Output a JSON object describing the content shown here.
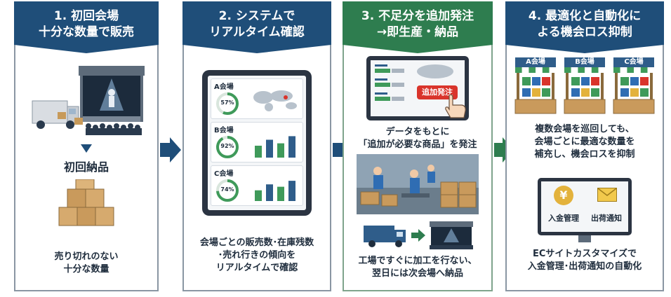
{
  "steps": [
    {
      "line1": "1. 初回会場",
      "line2": "十分な数量で販売"
    },
    {
      "line1": "2. システムで",
      "line2": "リアルタイム確認"
    },
    {
      "line1": "3. 不足分を追加発注",
      "line2": "→即生産・納品"
    },
    {
      "line1": "4. 最適化と自動化に",
      "line2": "よる機会ロス抑制"
    }
  ],
  "panel1": {
    "first_delivery": "初回納品",
    "caption_line1": "売り切れのない",
    "caption_line2": "十分な数量"
  },
  "panel2": {
    "venues": [
      {
        "name": "A会場",
        "pct": "57%"
      },
      {
        "name": "B会場",
        "pct": "92%"
      },
      {
        "name": "C会場",
        "pct": "74%"
      }
    ],
    "caption_line1": "会場ごとの販売数･在庫残数",
    "caption_line2": "･売れ行きの傾向を",
    "caption_line3": "リアルタイムで確認"
  },
  "panel3": {
    "order_button": "追加発注",
    "text_line1": "データをもとに",
    "text_line2": "「追加が必要な商品」を発注",
    "caption_line1": "工場ですぐに加工を行ない、",
    "caption_line2": "翌日には次会場へ納品"
  },
  "panel4": {
    "venues": [
      "A会場",
      "B会場",
      "C会場"
    ],
    "text_line1": "複数会場を巡回しても、",
    "text_line2": "会場ごとに最適な数量を",
    "text_line3": "補充し、機会ロスを抑制",
    "monitor_items": [
      "入金管理",
      "出荷通知"
    ],
    "caption_line1": "ECサイトカスタマイズで",
    "caption_line2": "入金管理･出荷通知の自動化"
  },
  "colors": {
    "header_navy": "#1f4e79",
    "header_green": "#2e7d4f",
    "arrow_navy": "#1f4e79",
    "arrow_green": "#2e7d4f",
    "ring_green": "#3f9a5a",
    "bar_blue": "#2f5d8a",
    "order_red": "#d9342b"
  }
}
